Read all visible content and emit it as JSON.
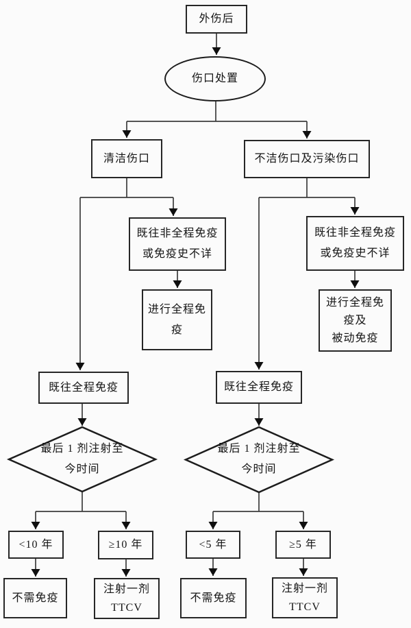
{
  "diagram": {
    "type": "flowchart",
    "language": "zh-CN",
    "topic": "post-trauma tetanus immunization decision flow",
    "nodes": {
      "trauma": {
        "shape": "rectangle",
        "lines": [
          "外伤后"
        ]
      },
      "wound_care": {
        "shape": "ellipse",
        "lines": [
          "伤口处置"
        ]
      },
      "clean_wound": {
        "shape": "rectangle",
        "lines": [
          "清洁伤口"
        ]
      },
      "dirty_wound": {
        "shape": "rectangle",
        "lines": [
          "不洁伤口及污染伤口"
        ]
      },
      "left_non_full": {
        "shape": "rectangle",
        "lines": [
          "既往非全程免疫",
          "或免疫史不详"
        ]
      },
      "left_do_full": {
        "shape": "rectangle",
        "lines": [
          "进行全程免",
          "疫"
        ]
      },
      "right_non_full": {
        "shape": "rectangle",
        "lines": [
          "既往非全程免疫",
          "或免疫史不详"
        ]
      },
      "right_do_full_passive": {
        "shape": "rectangle",
        "lines": [
          "进行全程免",
          "疫及",
          "被动免疫"
        ]
      },
      "left_prior_full": {
        "shape": "rectangle",
        "lines": [
          "既往全程免疫"
        ]
      },
      "right_prior_full": {
        "shape": "rectangle",
        "lines": [
          "既往全程免疫"
        ]
      },
      "left_time_decision": {
        "shape": "diamond",
        "lines": [
          "最后 1 剂注射至",
          "今时间"
        ]
      },
      "right_time_decision": {
        "shape": "diamond",
        "lines": [
          "最后 1 剂注射至",
          "今时间"
        ]
      },
      "lt10y": {
        "shape": "rectangle",
        "lines": [
          "<10 年"
        ]
      },
      "ge10y": {
        "shape": "rectangle",
        "lines": [
          "≥10 年"
        ]
      },
      "lt5y": {
        "shape": "rectangle",
        "lines": [
          "<5 年"
        ]
      },
      "ge5y": {
        "shape": "rectangle",
        "lines": [
          "≥5 年"
        ]
      },
      "left_no_immunization": {
        "shape": "rectangle",
        "lines": [
          "不需免疫"
        ]
      },
      "left_inject_ttcv": {
        "shape": "rectangle",
        "lines": [
          "注射一剂",
          "TTCV"
        ]
      },
      "right_no_immunization": {
        "shape": "rectangle",
        "lines": [
          "不需免疫"
        ]
      },
      "right_inject_ttcv": {
        "shape": "rectangle",
        "lines": [
          "注射一剂",
          "TTCV"
        ]
      }
    },
    "edges": [
      {
        "from": "trauma",
        "to": "wound_care"
      },
      {
        "from": "wound_care",
        "to": "clean_wound"
      },
      {
        "from": "wound_care",
        "to": "dirty_wound"
      },
      {
        "from": "clean_wound",
        "to": "left_non_full"
      },
      {
        "from": "clean_wound",
        "to": "left_prior_full"
      },
      {
        "from": "left_non_full",
        "to": "left_do_full"
      },
      {
        "from": "dirty_wound",
        "to": "right_non_full"
      },
      {
        "from": "dirty_wound",
        "to": "right_prior_full"
      },
      {
        "from": "right_non_full",
        "to": "right_do_full_passive"
      },
      {
        "from": "left_prior_full",
        "to": "left_time_decision"
      },
      {
        "from": "right_prior_full",
        "to": "right_time_decision"
      },
      {
        "from": "left_time_decision",
        "to": "lt10y"
      },
      {
        "from": "left_time_decision",
        "to": "ge10y"
      },
      {
        "from": "lt10y",
        "to": "left_no_immunization"
      },
      {
        "from": "ge10y",
        "to": "left_inject_ttcv"
      },
      {
        "from": "right_time_decision",
        "to": "lt5y"
      },
      {
        "from": "right_time_decision",
        "to": "ge5y"
      },
      {
        "from": "lt5y",
        "to": "right_no_immunization"
      },
      {
        "from": "ge5y",
        "to": "right_inject_ttcv"
      }
    ],
    "colors": {
      "background": "#fbfbfb",
      "node_border": "#262626",
      "connector": "#3c3c3c",
      "arrowhead": "#0f0f0f",
      "text": "#141414"
    }
  }
}
